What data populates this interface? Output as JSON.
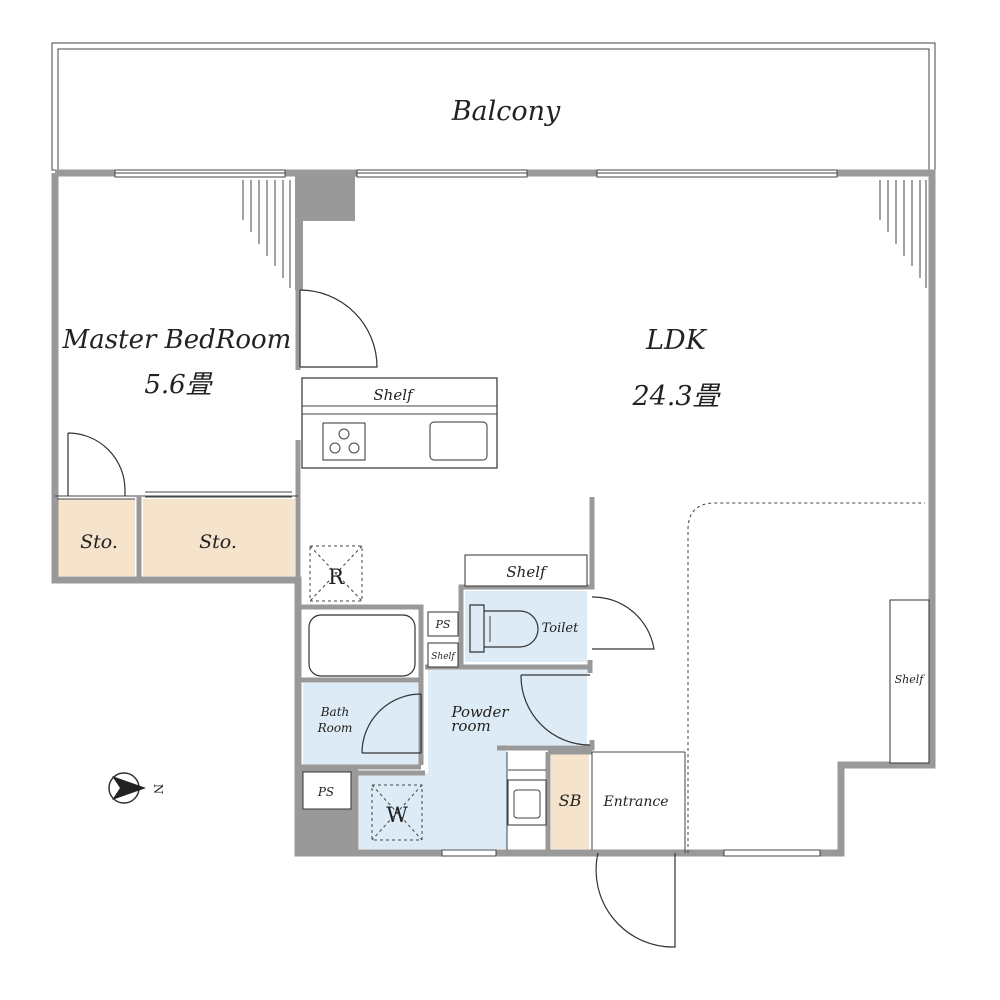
{
  "rooms": {
    "balcony": "Balcony",
    "master_bedroom": "Master BedRoom",
    "master_bedroom_size": "5.6畳",
    "ldk": "LDK",
    "ldk_size": "24.3畳",
    "storage_1": "Sto.",
    "storage_2": "Sto.",
    "bath_line1": "Bath",
    "bath_line2": "Room",
    "powder_line1": "Powder",
    "powder_line2": "room",
    "toilet": "Toilet",
    "entrance": "Entrance",
    "shoe_box": "SB"
  },
  "fixtures": {
    "kitchen_shelf": "Shelf",
    "toilet_shelf": "Shelf",
    "small_shelf": "Shelf",
    "entrance_shelf": "Shelf",
    "ps_1": "PS",
    "ps_2": "PS",
    "refrigerator": "R",
    "washer": "W"
  },
  "compass": {
    "label": "N"
  },
  "colors": {
    "wall": "#999999",
    "storage_fill": "#f6e3cc",
    "wet_area_fill": "#dcebf5"
  }
}
